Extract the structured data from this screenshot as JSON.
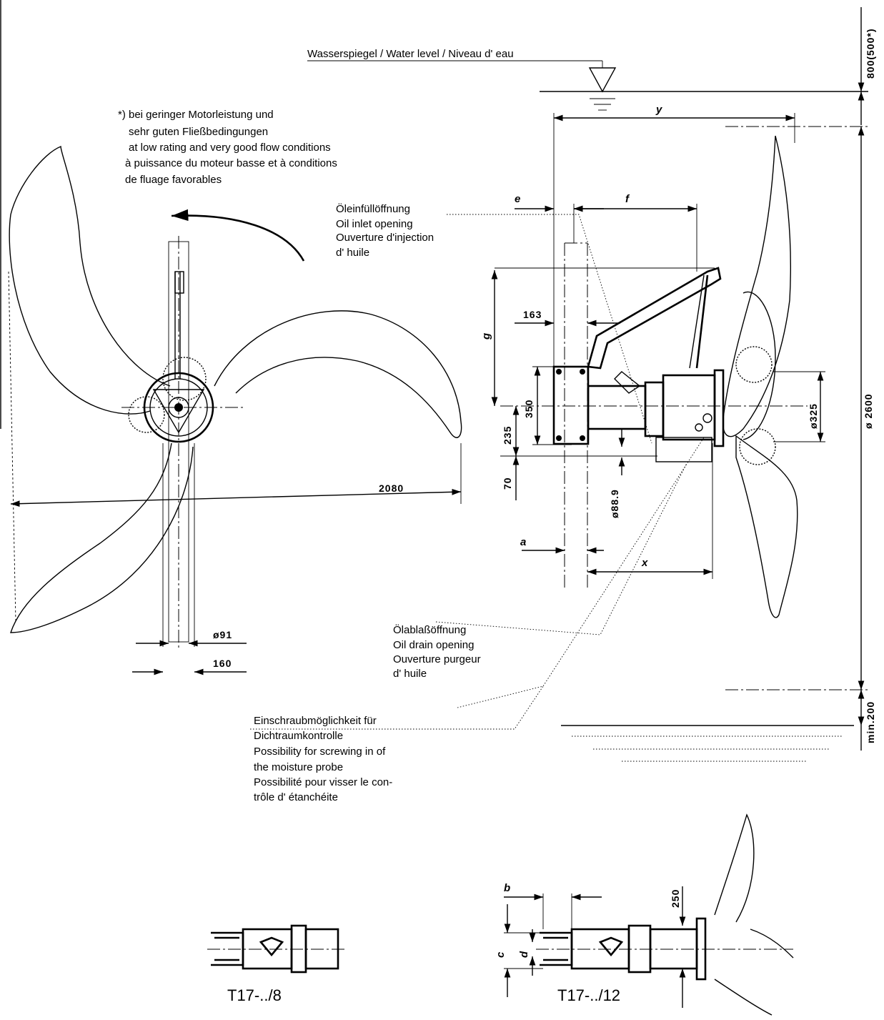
{
  "labels": {
    "water_level": "Wasserspiegel / Water level / Niveau d' eau",
    "footnote": [
      "*) bei geringer Motorleistung und",
      "sehr guten Fließbedingungen",
      "at low rating and very good flow conditions",
      "à puissance du moteur basse et à conditions",
      "de fluage favorables"
    ],
    "oil_inlet": [
      "Öleinfüllöffnung",
      "Oil inlet opening",
      "Ouverture d'injection",
      "d' huile"
    ],
    "oil_drain": [
      "Ölablaßöffnung",
      "Oil drain opening",
      "Ouverture purgeur",
      "d' huile"
    ],
    "moisture_probe": [
      "Einschraubmöglichkeit für",
      "Dichtraumkontrolle",
      "Possibility for screwing in of",
      "the moisture probe",
      "Possibilité pour visser le con-",
      "trôle d' étanchéite"
    ]
  },
  "dimensions": {
    "top_right": "800(500*)",
    "y": "y",
    "e": "e",
    "f": "f",
    "g": "g",
    "d163": "163",
    "d350": "350",
    "d235": "235",
    "d70": "70",
    "d88_9": "ø88.9",
    "d325": "ø325",
    "d2600": "ø 2600",
    "a": "a",
    "x": "x",
    "d2080": "2080",
    "d91": "ø91",
    "d160": "160",
    "min200": "min.200",
    "b": "b",
    "c": "c",
    "d": "d",
    "d250": "250"
  },
  "captions": {
    "left": "T17-../8",
    "right": "T17-../12"
  }
}
